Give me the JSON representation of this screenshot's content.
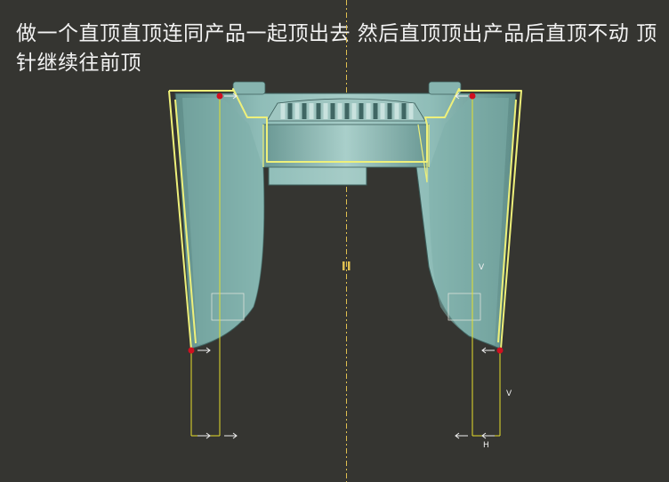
{
  "caption": "做一个直顶直顶连同产品一起顶出去 然后直顶顶出产品后直顶不动 顶针继续往前顶",
  "labels": {
    "right_upper_v": "V",
    "right_lower_v": "V",
    "right_h": "H"
  },
  "colors": {
    "background": "#353531",
    "part_fill": "#8ab8b3",
    "part_shade": "#6d9995",
    "outline": "#eef07a",
    "guide_line": "#e6e02a",
    "marker": "#d01020",
    "arrow": "#f0f0f0",
    "center_line": "#e0c050"
  },
  "icons": {
    "center_pause": "pause-icon",
    "pin_marker": "red-dot-marker",
    "motion_arrow": "arrow-icon"
  }
}
